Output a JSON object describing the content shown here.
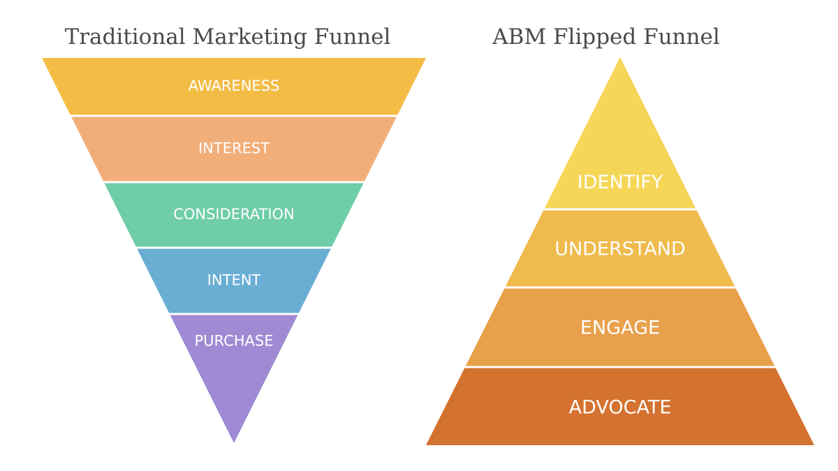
{
  "traditional_funnel": {
    "title": "Traditional Marketing Funnel",
    "stages": [
      {
        "label": "AWARENESS",
        "color": "#F3BC45"
      },
      {
        "label": "INTEREST",
        "color": "#F2AE79"
      },
      {
        "label": "CONSIDERATION",
        "color": "#6FCDA9"
      },
      {
        "label": "INTENT",
        "color": "#6AAED4"
      },
      {
        "label": "PURCHASE",
        "color": "#A08AD3"
      }
    ]
  },
  "abm_funnel": {
    "title": "ABM Flipped Funnel",
    "stages": [
      {
        "label": "IDENTIFY",
        "color": "#F5D657"
      },
      {
        "label": "UNDERSTAND",
        "color": "#EFBB4D"
      },
      {
        "label": "ENGAGE",
        "color": "#E8A04B"
      },
      {
        "label": "ADVOCATE",
        "color": "#D4722F"
      }
    ]
  }
}
